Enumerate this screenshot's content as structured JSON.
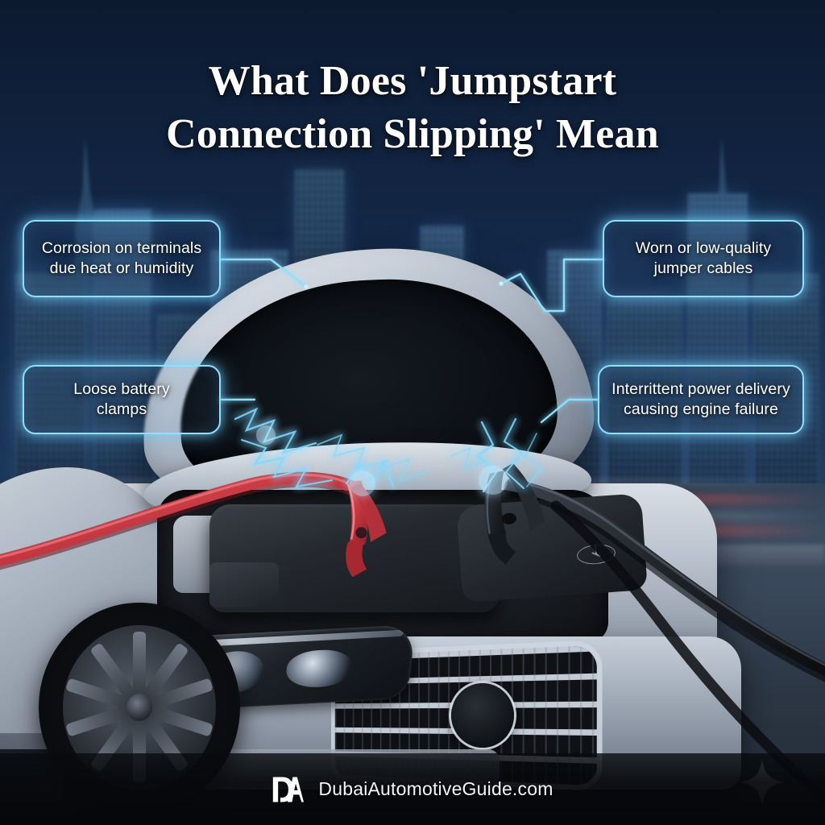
{
  "title": {
    "line1": "What Does 'Jumpstart",
    "line2": "Connection Slipping' Mean"
  },
  "callouts": [
    {
      "id": "top-left",
      "line1": "Corrosion on terminals",
      "line2": "due heat or humidity"
    },
    {
      "id": "top-right",
      "line1": "Worn or low-quality",
      "line2": "jumper cables"
    },
    {
      "id": "bottom-left",
      "line1": "Loose battery",
      "line2": "clamps"
    },
    {
      "id": "bottom-right",
      "line1": "Interrittent power delivery",
      "line2": "causing engine failure"
    }
  ],
  "footer": {
    "logo_text": "DA",
    "site": "DubaiAutomotiveGuide.com",
    "sparkle_icon": "four-point-star-icon"
  },
  "colors": {
    "accent_cyan": "#8fe0ff",
    "glow_cyan": "#78d7ff",
    "sky_top": "#0c1a30",
    "sky_bottom": "#2b5180",
    "text_white": "#ffffff",
    "cable_red": "#c43a42",
    "cable_black": "#14171c",
    "footer_bg": "#06080b"
  },
  "scene": {
    "subject": "silver sedan with open hood being jumpstarted",
    "background": "blurred night city skyline with light trails",
    "clamp_red": "red-battery-clamp-icon",
    "clamp_black": "black-battery-clamp-icon"
  }
}
